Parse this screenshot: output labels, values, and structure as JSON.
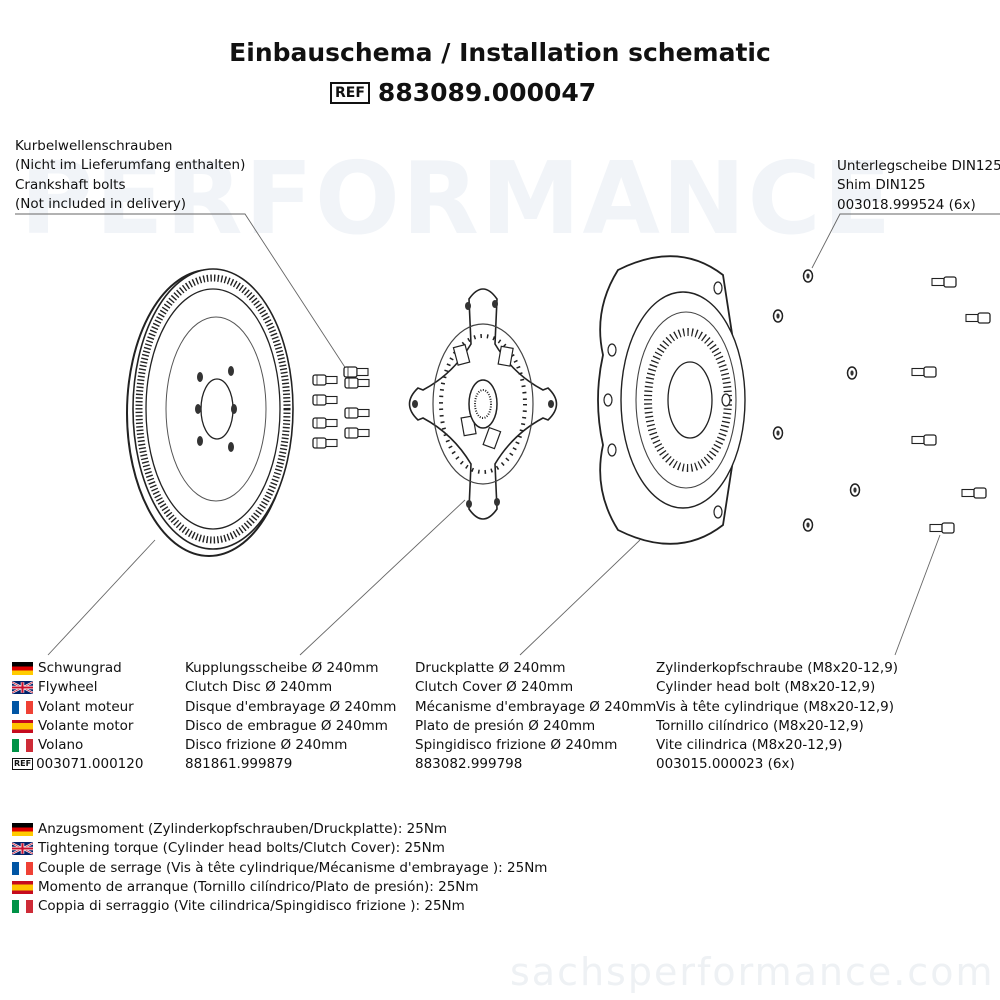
{
  "header": {
    "title": "Einbauschema / Installation schematic",
    "ref_label": "REF",
    "ref_number": "883089.000047"
  },
  "watermark": {
    "main": "PERFORMANCE",
    "footer": "sachsperformance.com"
  },
  "callouts": {
    "crankshaft_bolts": [
      "Kurbelwellenschrauben",
      "(Nicht im Lieferumfang enthalten)",
      "Crankshaft bolts",
      "(Not included in delivery)"
    ],
    "shim": [
      "Unterlegscheibe DIN125",
      "Shim DIN125",
      "003018.999524 (6x)"
    ]
  },
  "parts": {
    "flywheel": {
      "names": [
        {
          "flag": "de",
          "text": "Schwungrad"
        },
        {
          "flag": "gb",
          "text": "Flywheel"
        },
        {
          "flag": "fr",
          "text": "Volant moteur"
        },
        {
          "flag": "es",
          "text": "Volante motor"
        },
        {
          "flag": "it",
          "text": "Volano"
        }
      ],
      "ref_label": "REF",
      "ref": "003071.000120"
    },
    "clutch_disc": {
      "lines": [
        "Kupplungsscheibe Ø 240mm",
        "Clutch Disc Ø 240mm",
        "Disque d'embrayage Ø 240mm",
        "Disco de embrague Ø 240mm",
        "Disco frizione Ø 240mm",
        "881861.999879"
      ]
    },
    "pressure_plate": {
      "lines": [
        "Druckplatte Ø 240mm",
        "Clutch Cover Ø 240mm",
        "Mécanisme d'embrayage Ø 240mm",
        "Plato de presión Ø 240mm",
        "Spingidisco frizione Ø 240mm",
        "883082.999798"
      ]
    },
    "head_bolt": {
      "lines": [
        "Zylinderkopfschraube (M8x20-12,9)",
        "Cylinder head bolt (M8x20-12,9)",
        "Vis à tête cylindrique (M8x20-12,9)",
        "Tornillo cilíndrico (M8x20-12,9)",
        "Vite cilindrica (M8x20-12,9)",
        "003015.000023 (6x)"
      ]
    }
  },
  "torque": [
    {
      "flag": "de",
      "text": "Anzugsmoment (Zylinderkopfschrauben/Druckplatte):  25Nm"
    },
    {
      "flag": "gb",
      "text": "Tightening torque  (Cylinder head bolts/Clutch Cover): 25Nm"
    },
    {
      "flag": "fr",
      "text": "Couple de serrage (Vis à tête cylindrique/Mécanisme d'embrayage ): 25Nm"
    },
    {
      "flag": "es",
      "text": "Momento de arranque  (Tornillo cilíndrico/Plato de presión): 25Nm"
    },
    {
      "flag": "it",
      "text": "Coppia di serraggio (Vite cilindrica/Spingidisco frizione ): 25Nm"
    }
  ]
}
